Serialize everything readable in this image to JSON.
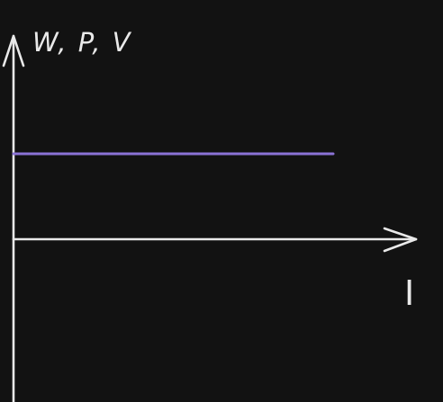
{
  "chart_data": {
    "type": "line",
    "ylabel": "W, P, V",
    "xlabel": "I",
    "series": [
      {
        "x": [
          0,
          1
        ],
        "y": [
          1,
          1
        ],
        "color": "#8b73d6"
      }
    ],
    "grid": false,
    "legend": "none",
    "axis_color": "#e9e9e9",
    "background": "#121212"
  }
}
